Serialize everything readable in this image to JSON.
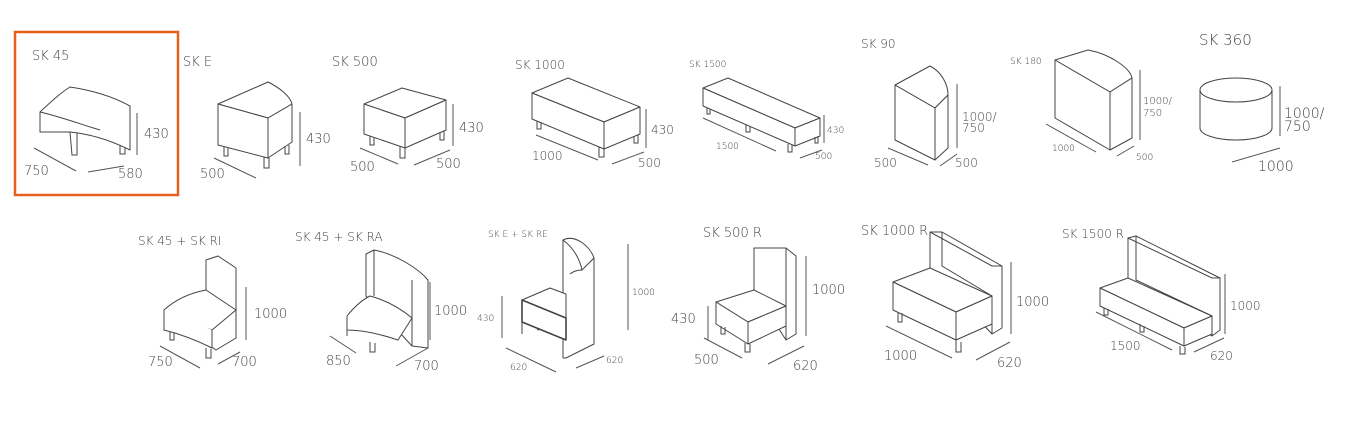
{
  "colors": {
    "selection": "#e8601c",
    "line": "#444444"
  },
  "selected_item": "sk-45",
  "items": {
    "sk45": {
      "name": "SK 45",
      "dims": [
        "430",
        "750",
        "580"
      ]
    },
    "ske": {
      "name": "SK E",
      "dims": [
        "430",
        "500"
      ]
    },
    "sk500": {
      "name": "SK 500",
      "dims": [
        "430",
        "500",
        "500"
      ]
    },
    "sk1000": {
      "name": "SK 1000",
      "dims": [
        "430",
        "1000",
        "500"
      ]
    },
    "sk1500": {
      "name": "SK 1500",
      "dims": [
        "430",
        "1500",
        "500"
      ]
    },
    "sk90": {
      "name": "SK 90",
      "dims": [
        "1000/",
        "750",
        "500",
        "500"
      ]
    },
    "sk180": {
      "name": "SK 180",
      "dims": [
        "1000/",
        "750",
        "1000",
        "500"
      ]
    },
    "sk360": {
      "name": "SK 360",
      "dims": [
        "1000/",
        "750",
        "1000"
      ]
    },
    "sk45ri": {
      "name": "SK 45 + SK RI",
      "dims": [
        "1000",
        "750",
        "700"
      ]
    },
    "sk45ra": {
      "name": "SK 45 + SK RA",
      "dims": [
        "1000",
        "850",
        "700"
      ]
    },
    "skere": {
      "name": "SK E + SK RE",
      "dims": [
        "430",
        "1000",
        "620",
        "620"
      ]
    },
    "sk500r": {
      "name": "SK 500 R",
      "dims": [
        "430",
        "1000",
        "500",
        "620"
      ]
    },
    "sk1000r": {
      "name": "SK 1000 R",
      "dims": [
        "1000",
        "1000",
        "620"
      ]
    },
    "sk1500r": {
      "name": "SK 1500 R",
      "dims": [
        "1000",
        "1500",
        "620"
      ]
    }
  }
}
